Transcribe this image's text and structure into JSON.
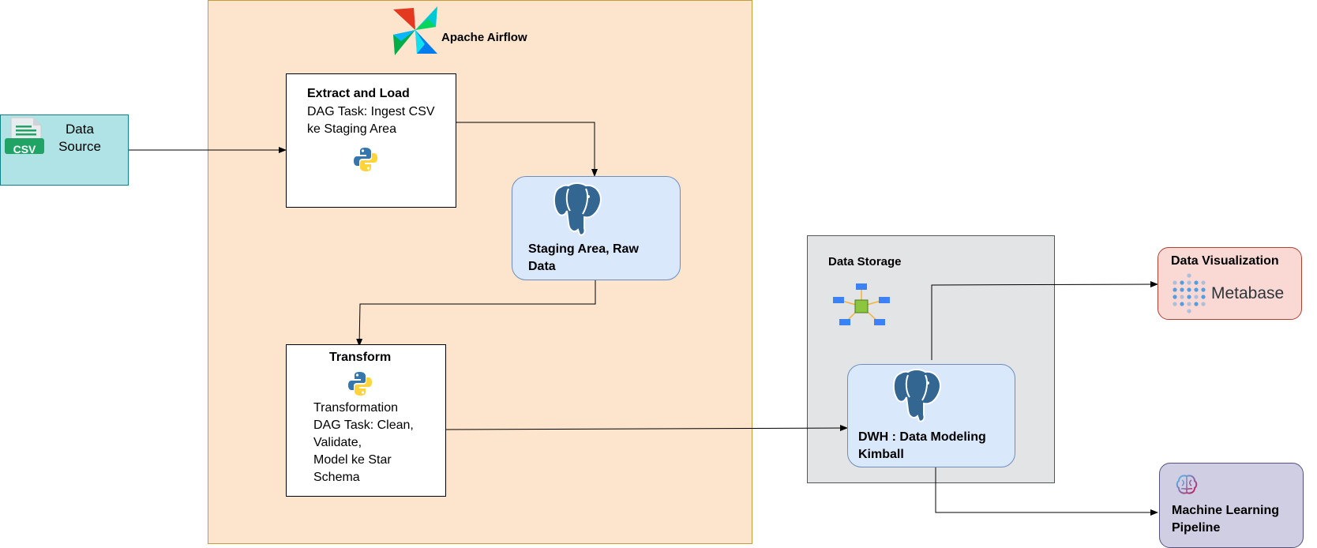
{
  "airflow": {
    "title": "Apache Airflow"
  },
  "source": {
    "label": "Data\nSource",
    "badge": "CSV"
  },
  "extract": {
    "title": "Extract and Load",
    "body": "DAG Task: Ingest CSV\nke Staging Area"
  },
  "staging": {
    "label": "Staging Area, Raw\nData"
  },
  "transform": {
    "title": "Transform",
    "body": "Transformation\nDAG Task: Clean,\nValidate,\nModel ke Star\nSchema"
  },
  "storage": {
    "title": "Data Storage"
  },
  "dwh": {
    "label": "DWH : Data Modeling\nKimball"
  },
  "viz": {
    "title": "Data Visualization",
    "brand": "Metabase"
  },
  "ml": {
    "label": "Machine Learning\nPipeline"
  },
  "colors": {
    "airflow_fill": "#fde4cc",
    "storage_fill": "#e3e4e6",
    "db_fill": "#dae8fc",
    "source_fill": "#b0e3e6",
    "viz_fill": "#fad9d5",
    "ml_fill": "#d0cee2",
    "postgres_blue": "#336791",
    "metabase_blue": "#509ee3"
  },
  "icons": [
    "airflow-logo-icon",
    "csv-file-icon",
    "python-logo-icon",
    "postgresql-elephant-icon",
    "star-schema-icon",
    "metabase-logo-icon",
    "brain-icon"
  ]
}
